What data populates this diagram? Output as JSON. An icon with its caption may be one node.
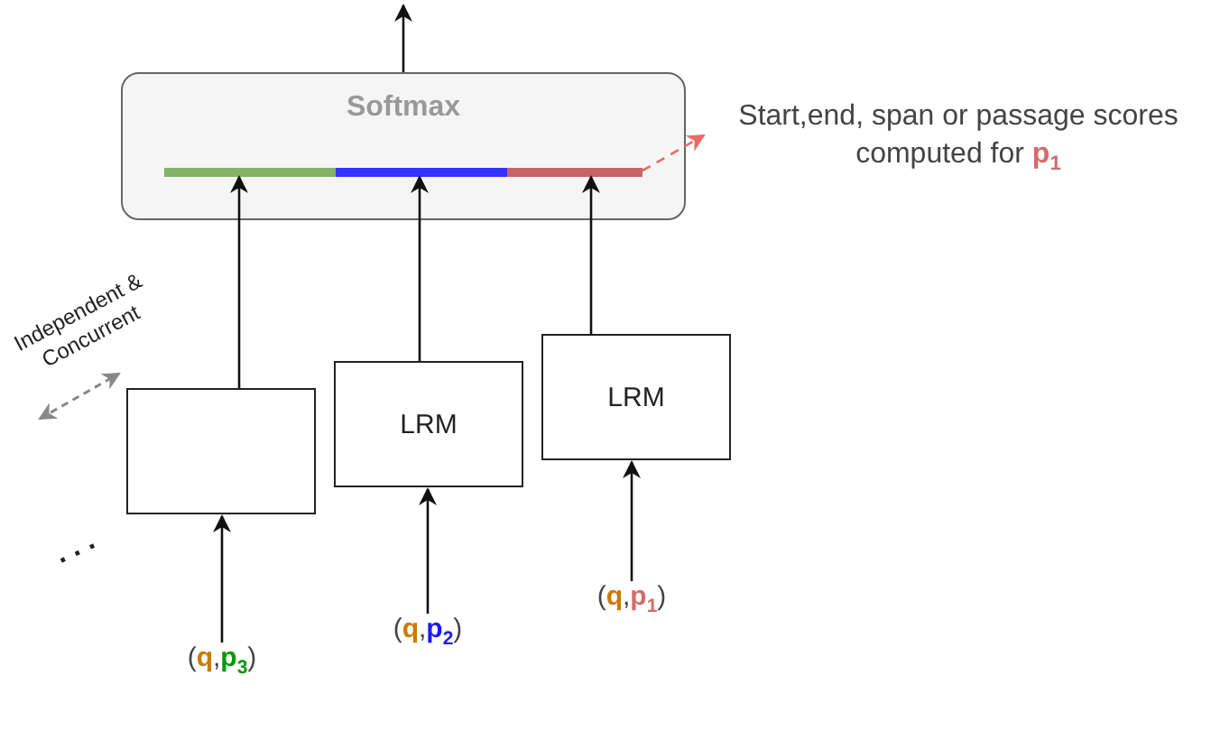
{
  "diagram": {
    "nodes": [
      {
        "text": [
          "Softmax"
        ]
      },
      {
        "text": [],
        "shape": "bar",
        "in": 0
      },
      {
        "text": [],
        "shape": "bar",
        "in": 0
      },
      {
        "text": [],
        "shape": "bar",
        "in": 0
      },
      {
        "text": [],
        "shape": "box"
      },
      {
        "text": [
          "LRM"
        ]
      },
      {
        "text": [
          "LRM"
        ]
      },
      {
        "text": [
          "(**q**,**p**$_{3}$)"
        ]
      },
      {
        "text": [
          "(**q**,**p**$_{2}$)"
        ]
      },
      {
        "text": [
          "(**q**,**p**$_{1}$)"
        ]
      },
      {
        "text": [
          "Start,end, span or passage scores computed for **p**$_{1}$"
        ]
      }
    ],
    "edges": [
      {
        "from": 0,
        "to": null,
        "arrow": "to"
      },
      {
        "from": 4,
        "to": 1,
        "arrow": "to"
      },
      {
        "from": 5,
        "to": 2,
        "arrow": "to"
      },
      {
        "from": 6,
        "to": 3,
        "arrow": "to"
      },
      {
        "from": 3,
        "to": 10,
        "arrow": "to",
        "style": "dashed",
        "color": "#ea6b66"
      },
      {
        "from": 7,
        "to": 4,
        "arrow": "to"
      },
      {
        "from": 8,
        "to": 5,
        "arrow": "to"
      },
      {
        "from": 9,
        "to": 6,
        "arrow": "to"
      }
    ],
    "labels": [
      "Independent & Concurrent",
      ". . ."
    ]
  }
}
